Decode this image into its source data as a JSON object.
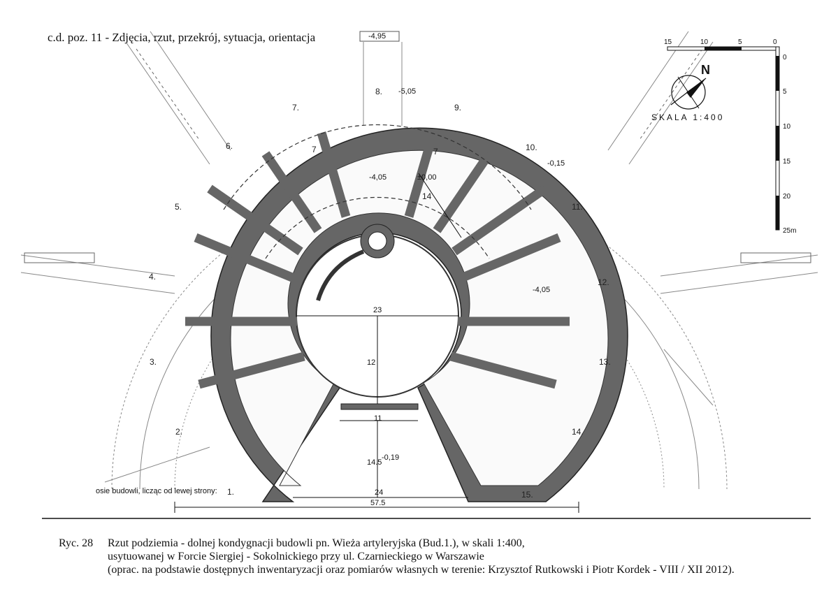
{
  "header": {
    "title": "c.d. poz. 11 - Zdjęcia, rzut, przekrój, sytuacja, orientacja"
  },
  "north": {
    "label": "N"
  },
  "scale": {
    "label": "SKALA 1:400",
    "h_ticks": [
      "15",
      "10",
      "5",
      "0"
    ],
    "v_ticks": [
      "0",
      "5",
      "10",
      "15",
      "20",
      "25m"
    ]
  },
  "levels": {
    "top": "-4,95",
    "pos8": "-5,05",
    "inner_left": "-4,05",
    "inner_right": "±0,00",
    "right_upper": "-0,15",
    "right_mid": "-4,05",
    "bottom": "-0,19"
  },
  "room_numbers": {
    "r7a": "7",
    "r7b": "7",
    "r14": "14"
  },
  "axes": [
    "1.",
    "2.",
    "3.",
    "4.",
    "5.",
    "6.",
    "7.",
    "8.",
    "9.",
    "10.",
    "11.",
    "12.",
    "13.",
    "14.",
    "15."
  ],
  "dimensions": {
    "diameter": "23",
    "radius_v": "12",
    "gap_inner": "11",
    "gap_v": "14.5",
    "gap_outer": "24",
    "overall": "57.5"
  },
  "legend_note": "osie budowli, licząc od lewej strony:",
  "caption": {
    "number": "Ryc. 28",
    "line1": "Rzut podziemia - dolnej kondygnacji budowli pn. Wieża artyleryjska  (Bud.1.),  w skali 1:400,",
    "line2": "usytuowanej  w  Forcie Siergiej - Sokolnickiego przy ul. Czarnieckiego w Warszawie",
    "line3": "(oprac. na podstawie dostępnych inwentaryzacji oraz pomiarów własnych w terenie: Krzysztof Rutkowski i Piotr Kordek - VIII / XII 2012)."
  }
}
